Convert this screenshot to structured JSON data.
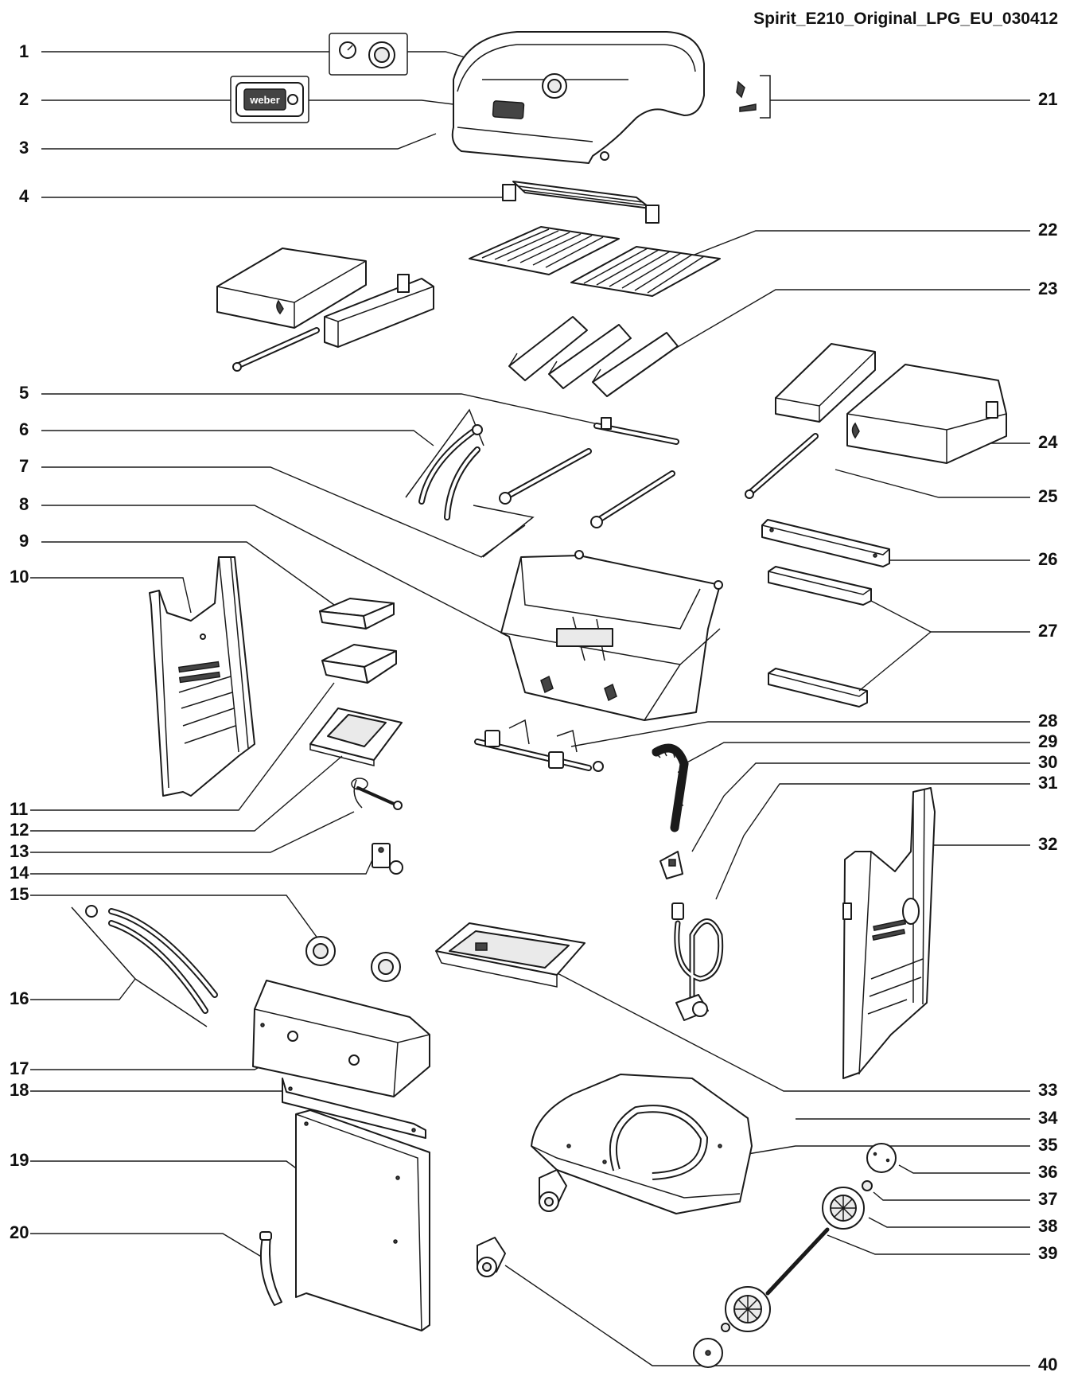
{
  "title": "Spirit_E210_Original_LPG_EU_030412",
  "left_labels": [
    "1",
    "2",
    "3",
    "4",
    "5",
    "6",
    "7",
    "8",
    "9",
    "10",
    "11",
    "12",
    "13",
    "14",
    "15",
    "16",
    "17",
    "18",
    "19",
    "20"
  ],
  "right_labels": [
    "21",
    "22",
    "23",
    "24",
    "25",
    "26",
    "27",
    "28",
    "29",
    "30",
    "31",
    "32",
    "33",
    "34",
    "35",
    "36",
    "37",
    "38",
    "39",
    "40"
  ],
  "logo_text": "weber"
}
